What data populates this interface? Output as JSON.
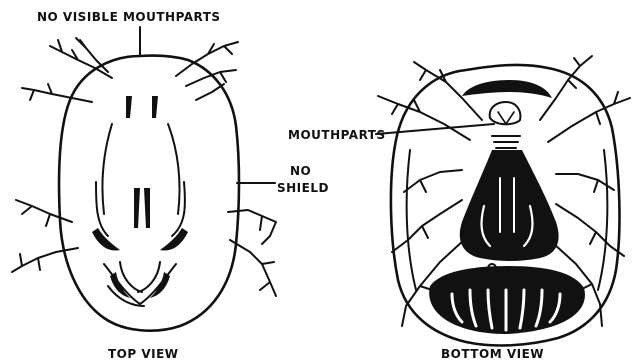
{
  "labels": {
    "no_visible_mouthparts": "NO VISIBLE MOUTHPARTS",
    "no": "NO",
    "shield": "SHIELD",
    "mouthparts": "MOUTHPARTS",
    "top_view": "TOP VIEW",
    "bottom_view": "BOTTOM VIEW"
  },
  "colors": {
    "ink": "#111111",
    "paper": "#ffffff"
  }
}
